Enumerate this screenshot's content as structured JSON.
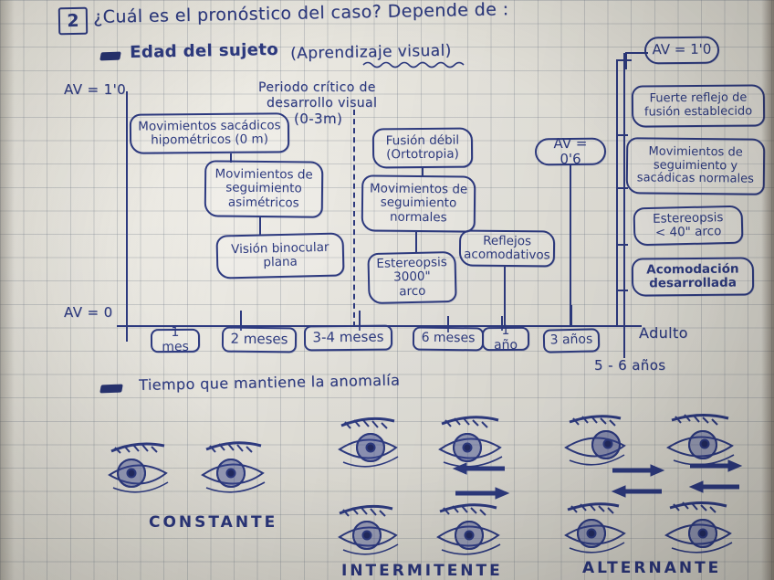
{
  "meta": {
    "medium": "handwritten-notebook-graph-paper",
    "ink_color": "#2d3a80",
    "paper_color": "#e9e7e0"
  },
  "header": {
    "item_number": "2",
    "question": "¿Cuál es el pronóstico del caso? Depende de :",
    "factor_1": "Edad del sujeto",
    "factor_1_note": "(Aprendizaje visual)",
    "factor_2": "Tiempo que mantiene la anomalía"
  },
  "timeline_chart": {
    "y_axis": {
      "top_label": "AV = 1'0",
      "bottom_label": "AV = 0"
    },
    "critical_period": {
      "line1": "Periodo crítico de",
      "line2": "desarrollo visual",
      "line3": "(0-3m)"
    },
    "x_axis_labels": [
      "1 mes",
      "2 meses",
      "3-4 meses",
      "6 meses",
      "1 año",
      "3 años"
    ],
    "x_axis_end_label": "Adulto",
    "x_axis_end_note": "5 - 6 años",
    "milestone_markers": [
      {
        "label": "AV = 0'6"
      },
      {
        "label": "AV = 1'0"
      }
    ],
    "stage_boxes": [
      {
        "text": "Movimientos sacádicos\nhipométricos (0 m)",
        "stage": "0-1 mes"
      },
      {
        "text": "Movimientos de\nseguimiento\nasimétricos",
        "stage": "2 meses"
      },
      {
        "text": "Visión binocular\nplana",
        "stage": "2 meses"
      },
      {
        "text": "Fusión débil\n(Ortotropia)",
        "stage": "3-4 meses"
      },
      {
        "text": "Movimientos de\nseguimiento\nnormales",
        "stage": "3-4 meses"
      },
      {
        "text": "Estereopsis\n3000\"\narco",
        "stage": "3-4 meses"
      },
      {
        "text": "Reflejos\nacomodativos",
        "stage": "6 meses"
      },
      {
        "text": "Fuerte reflejo de\nfusión establecido",
        "stage": "adulto"
      },
      {
        "text": "Movimientos de\nseguimiento y\nsacádicas normales",
        "stage": "adulto"
      },
      {
        "text": "Estereopsis\n< 40\" arco",
        "stage": "adulto"
      },
      {
        "text": "Acomodación\ndesarrollada",
        "stage": "adulto"
      }
    ]
  },
  "anomaly_duration": {
    "categories": [
      {
        "label": "CONSTANTE",
        "eye_rows": 1,
        "arrows": "none"
      },
      {
        "label": "INTERMITENTE",
        "eye_rows": 2,
        "arrows": "one-way"
      },
      {
        "label": "ALTERNANTE",
        "eye_rows": 2,
        "arrows": "two-way"
      }
    ]
  }
}
